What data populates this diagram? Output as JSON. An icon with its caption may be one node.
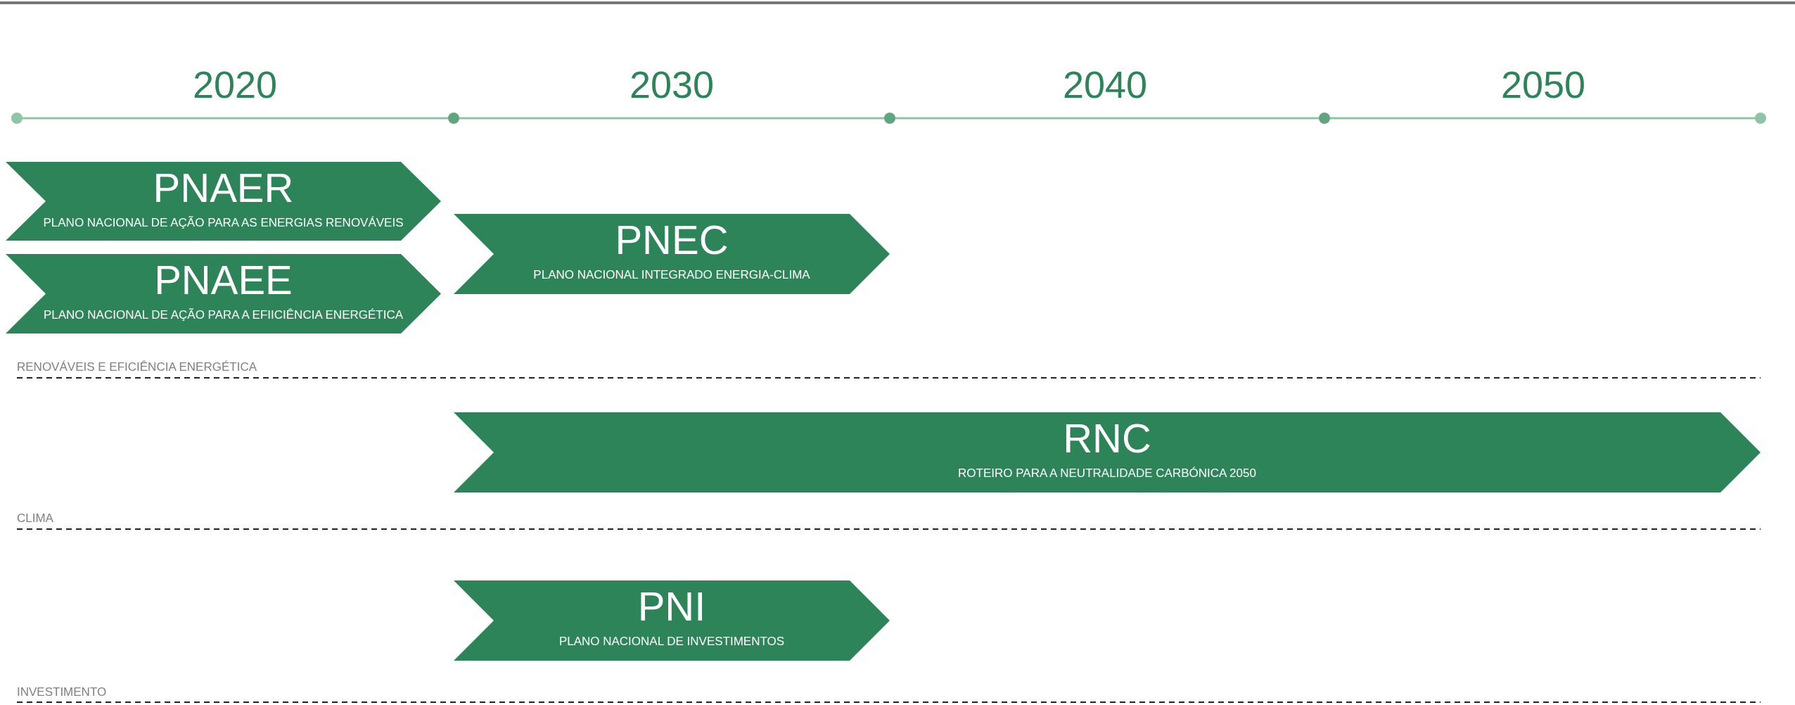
{
  "diagram": {
    "nodes": [
      {
        "text": [
          "PNAER",
          "PLANO NACIONAL DE AÇÃO PARA AS ENERGIAS RENOVÁVEIS"
        ]
      },
      {
        "text": [
          "PNAEE",
          "PLANO NACIONAL DE AÇÃO PARA A EFIICIÊNCIA ENERGÉTICA"
        ]
      },
      {
        "text": [
          "PNEC",
          "PLANO NACIONAL INTEGRADO ENERGIA-CLIMA"
        ]
      },
      {
        "text": [
          "RNC",
          "ROTEIRO PARA A NEUTRALIDADE CARBÓNICA 2050"
        ]
      },
      {
        "text": [
          "PNI",
          "PLANO NACIONAL DE INVESTIMENTOS"
        ]
      }
    ],
    "edges": [],
    "labels": [
      "2020",
      "2030",
      "2040",
      "2050",
      "RENOVÁVEIS E EFICIÊNCIA ENERGÉTICA",
      "CLIMA",
      "INVESTIMENTO"
    ]
  }
}
